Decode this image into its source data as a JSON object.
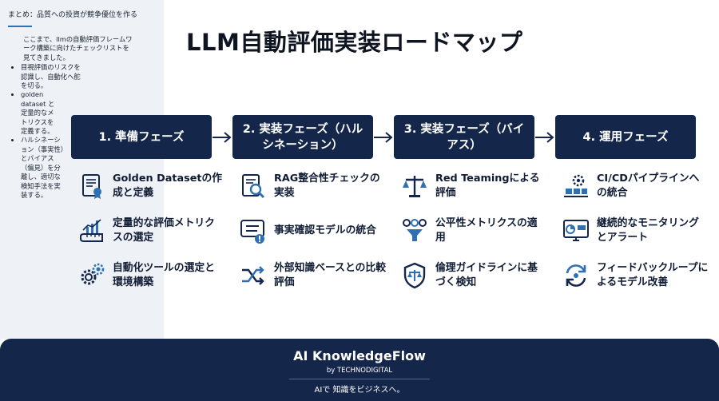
{
  "sidebar": {
    "title": "まとめ：品質への投資が競争優位を作る",
    "intro": "ここまで、llmの自動評価フレームワーク構築に向けたチェックリストを見てきました。",
    "bullets": [
      "目視評価のリスクを認識し、自動化へ舵を切る。",
      "golden dataset と定量的なメトリクスを定義する。",
      "ハルシネーション（事実性）とバイアス（偏見）を分離し、適切な検知手法を実装する。"
    ]
  },
  "main": {
    "title": "LLM自動評価実装ロードマップ",
    "phases": [
      {
        "label": "1. 準備フェーズ",
        "items": [
          {
            "text": "Golden Datasetの作成と定義",
            "icon": "document-certificate-icon"
          },
          {
            "text": "定量的な評価メトリクスの選定",
            "icon": "chart-ruler-icon"
          },
          {
            "text": "自動化ツールの選定と環境構築",
            "icon": "gears-icon"
          }
        ]
      },
      {
        "label": "2. 実装フェーズ（ハルシネーション）",
        "items": [
          {
            "text": "RAG整合性チェックの実装",
            "icon": "document-magnifier-icon"
          },
          {
            "text": "事実確認モデルの統合",
            "icon": "fact-check-icon"
          },
          {
            "text": "外部知識ベースとの比較評価",
            "icon": "shuffle-arrows-icon"
          }
        ]
      },
      {
        "label": "3. 実装フェーズ（バイアス）",
        "items": [
          {
            "text": "Red Teamingによる評価",
            "icon": "balance-scale-icon"
          },
          {
            "text": "公平性メトリクスの適用",
            "icon": "people-filter-icon"
          },
          {
            "text": "倫理ガイドラインに基づく検知",
            "icon": "shield-scale-icon"
          }
        ]
      },
      {
        "label": "4. 運用フェーズ",
        "items": [
          {
            "text": "CI/CDパイプラインへの統合",
            "icon": "pipeline-gear-icon"
          },
          {
            "text": "継続的なモニタリングとアラート",
            "icon": "live-monitor-icon"
          },
          {
            "text": "フィードバックループによるモデル改善",
            "icon": "feedback-cycle-icon"
          }
        ]
      }
    ]
  },
  "footer": {
    "brand": "AI KnowledgeFlow",
    "by": "by TECHNODIGITAL",
    "tagline": "AIで 知識をビジネスへ。"
  },
  "colors": {
    "navy": "#14264a",
    "accent_blue": "#2f6fb3",
    "sidebar_bg": "#eef1f5"
  }
}
